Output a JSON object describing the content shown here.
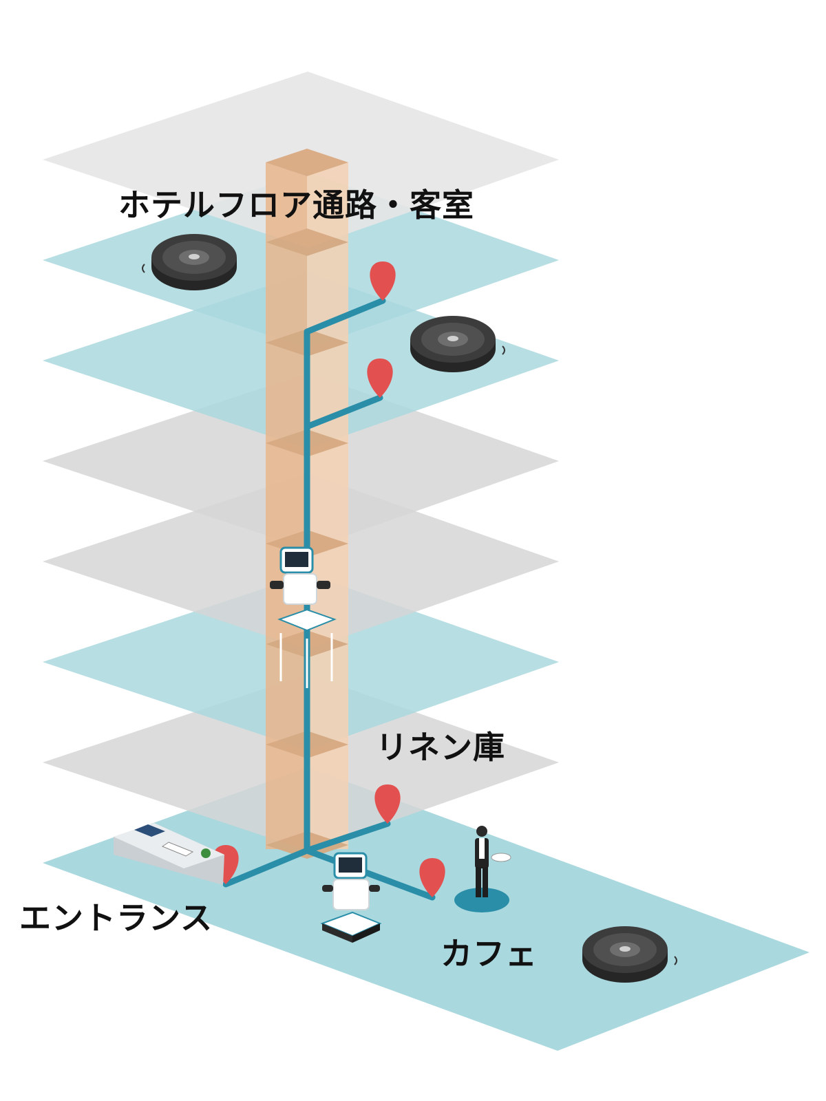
{
  "labels": {
    "hotel_floor": "ホテルフロア通路・客室",
    "linen": "リネン庫",
    "entrance": "エントランス",
    "cafe": "カフェ"
  },
  "colors": {
    "floor_gray": "#dedede",
    "floor_blue": "#a8d8df",
    "shaft": "#edbf98",
    "route": "#2a8ea8",
    "pin": "#e25050",
    "robot_vacuum": "#3a3a3a"
  },
  "icons": [
    "robot-vacuum-icon",
    "delivery-robot-icon",
    "location-pin-icon",
    "waiter-icon",
    "reception-desk-icon"
  ]
}
